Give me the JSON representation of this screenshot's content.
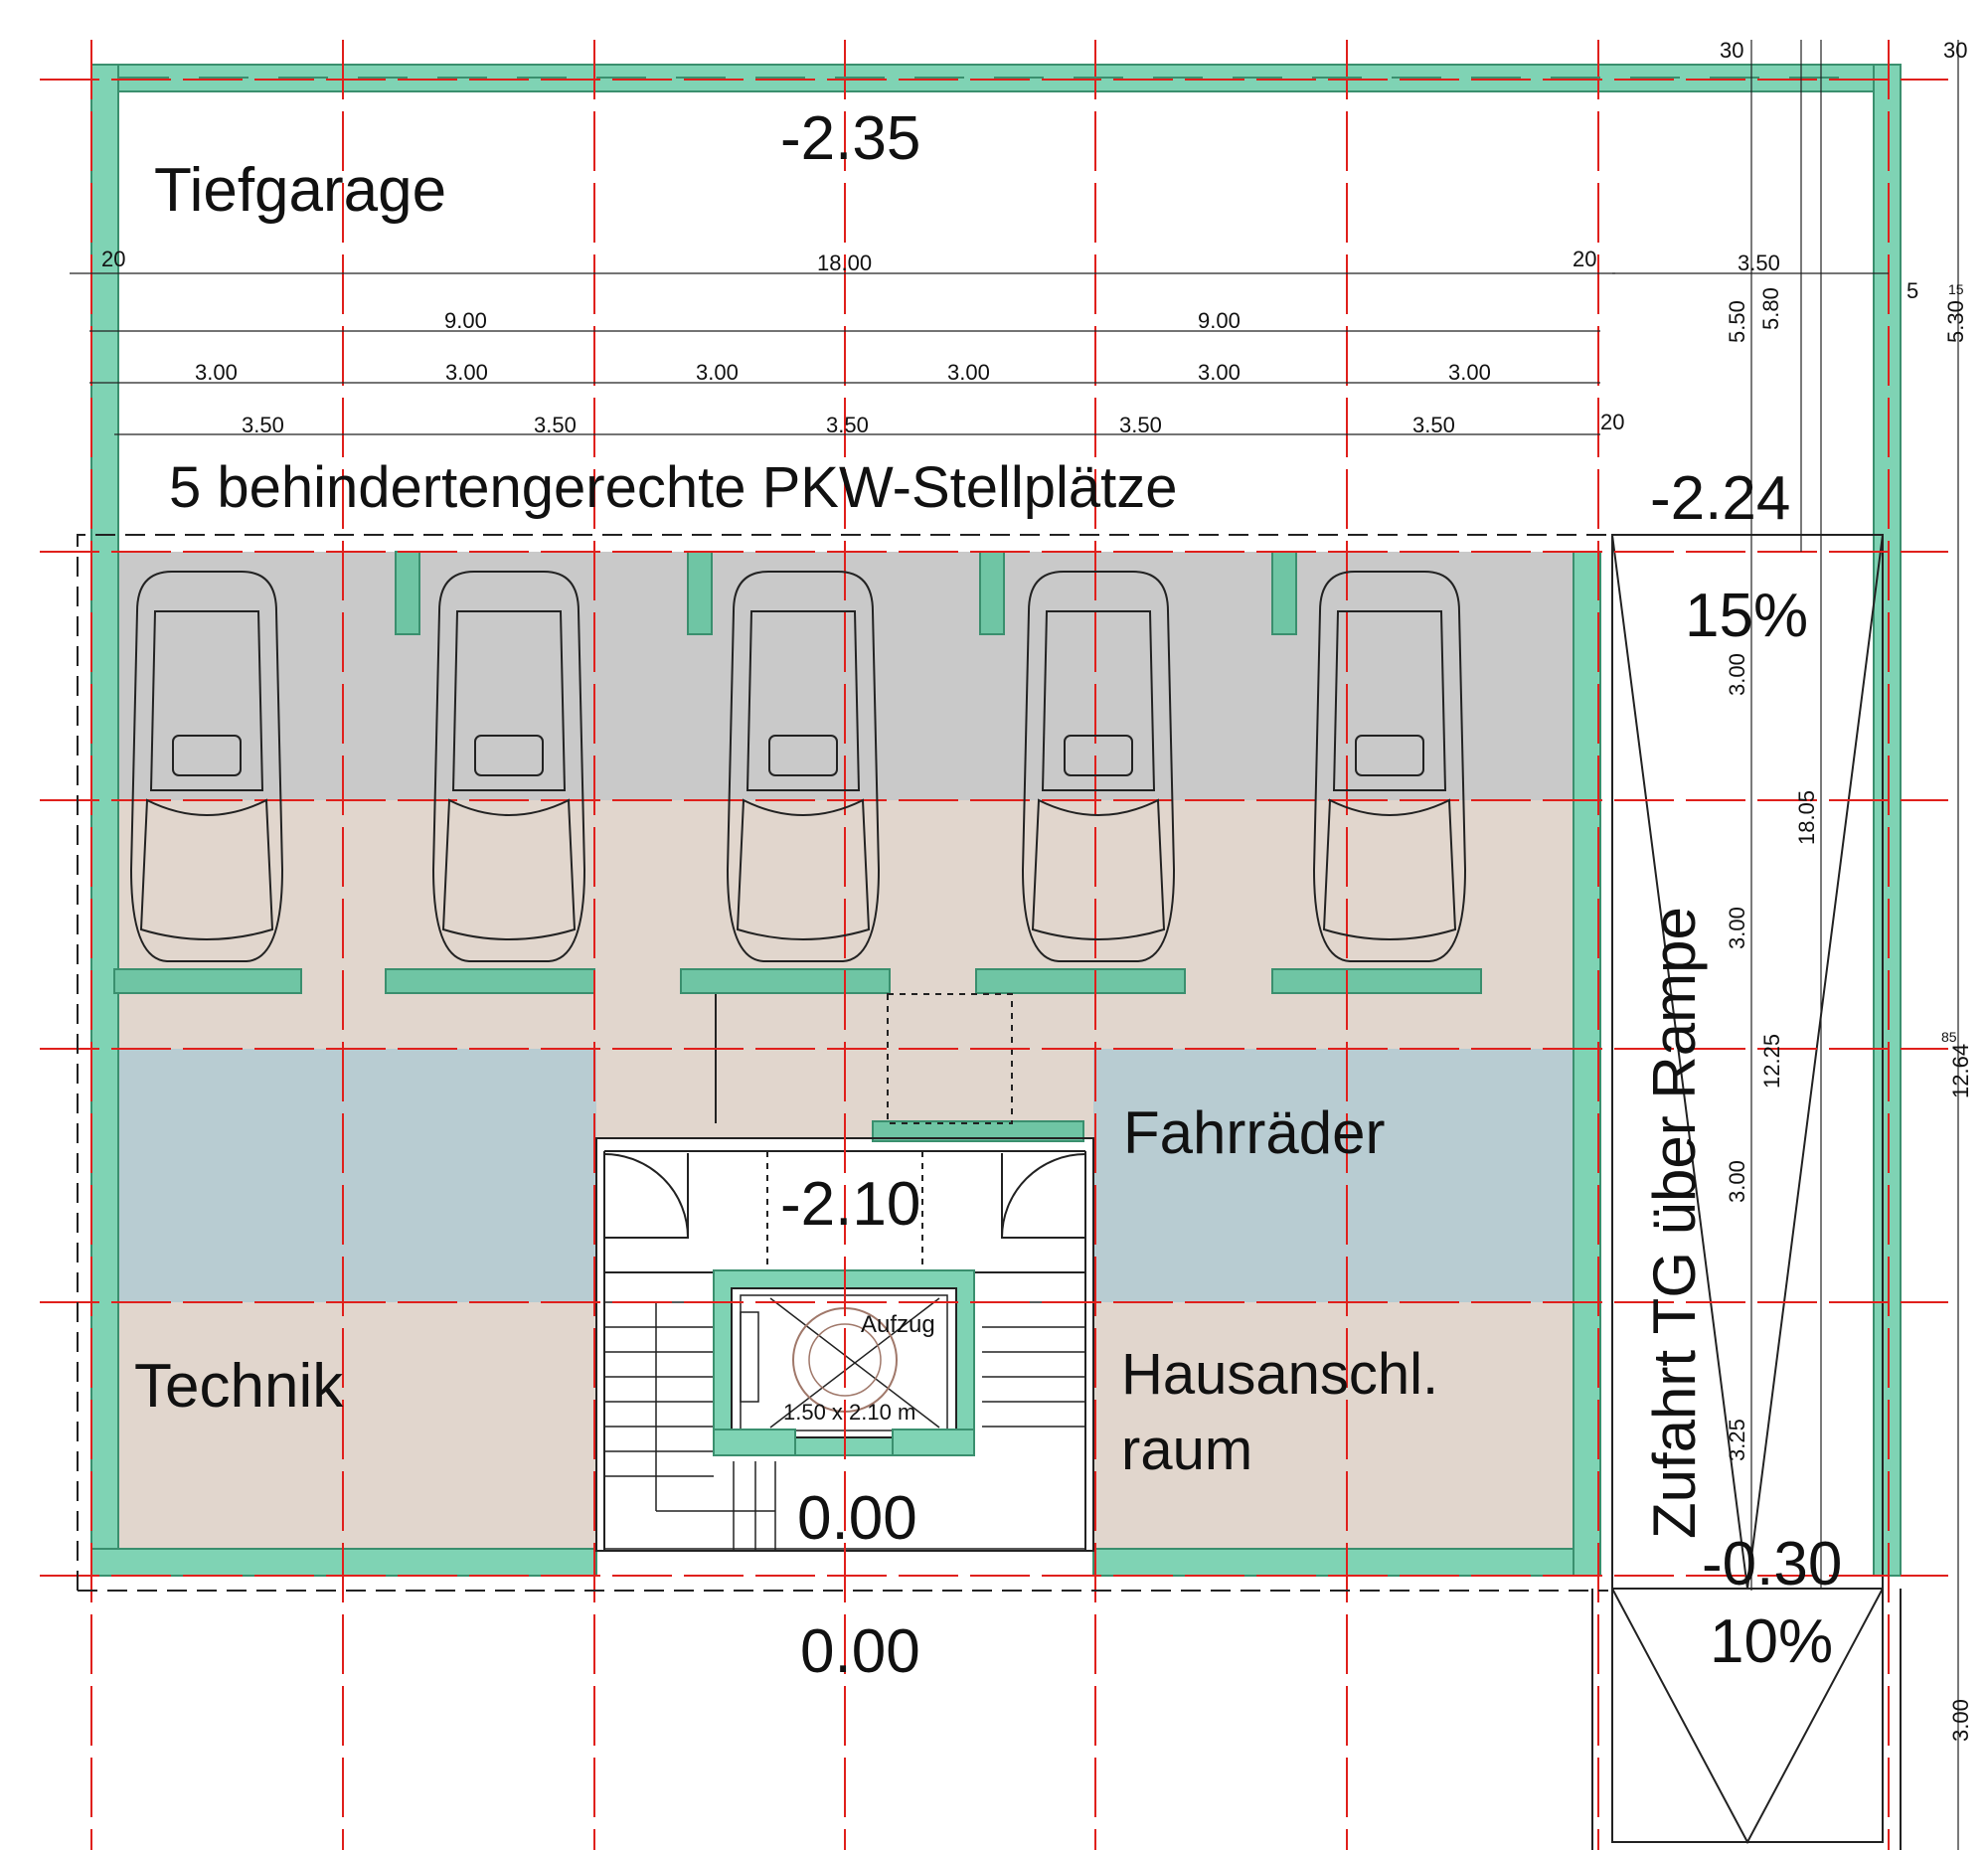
{
  "rooms": {
    "tiefgarage": "Tiefgarage",
    "stellplaetze": "5 behindertengerechte PKW-Stellplätze",
    "fahrraeder": "Fahrräder",
    "technik": "Technik",
    "hausanschl_line1": "Hausanschl.",
    "hausanschl_line2": "raum",
    "aufzug": "Aufzug",
    "aufzug_size": "1.50 x 2.10 m",
    "zufahrt": "Zufahrt TG über Rampe"
  },
  "levels": {
    "garage": "-2.35",
    "ramp_top": "-2.24",
    "stair_landing": "-2.10",
    "stair_base": "0.00",
    "ground": "0.00",
    "ramp_bottom": "-0.30"
  },
  "slopes": {
    "upper": "15%",
    "lower": "10%"
  },
  "dimensions": {
    "row1": [
      "20",
      "18.00",
      "20"
    ],
    "row2": [
      "9.00",
      "9.00"
    ],
    "row3": [
      "3.00",
      "3.00",
      "3.00",
      "3.00",
      "3.00",
      "3.00"
    ],
    "row4": [
      "3.50",
      "3.50",
      "3.50",
      "3.50",
      "3.50"
    ],
    "row4_end": "20",
    "ramp_width": "3.50",
    "ramp_top_a": "30",
    "ramp_right_a": "30",
    "ramp_right_b": "5",
    "ramp_right_c": "15",
    "ramp_v1": "5.50",
    "ramp_v2": "5.80",
    "ramp_v3": "5.30",
    "ramp_v4": "3.00",
    "ramp_v5": "18.05",
    "ramp_v6": "3.00",
    "ramp_v7": "12.25",
    "ramp_v8": "3.00",
    "ramp_v9": "3.25",
    "ramp_v10": "12.64",
    "ramp_v10_sup": "85",
    "ramp_v11": "3.00"
  },
  "colors": {
    "wall": "#7fd3b4",
    "wall_stroke": "#3a8f6e",
    "parking_gray": "#c9c9c9",
    "floor_beige": "#e1d6cd",
    "bike_blue": "#b8ccd2",
    "grid_red": "#e0201c"
  }
}
